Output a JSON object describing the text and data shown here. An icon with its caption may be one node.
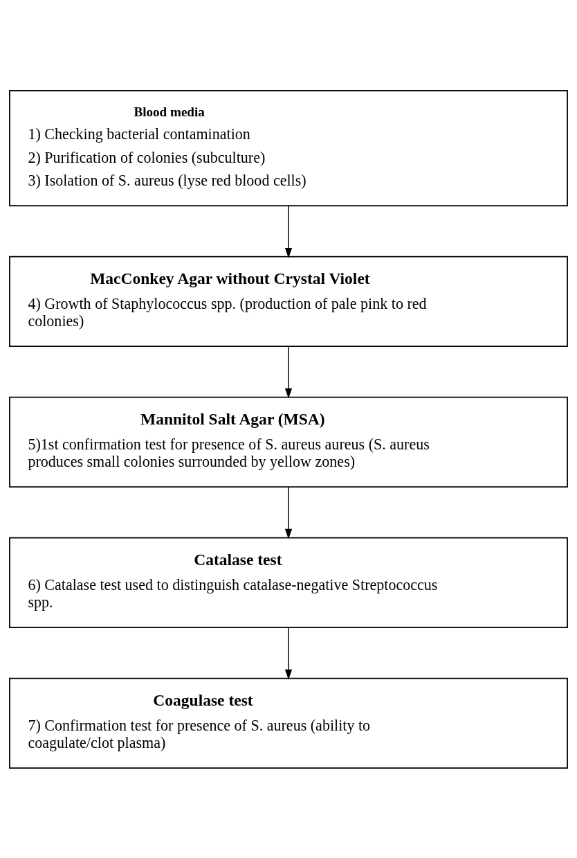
{
  "diagram": {
    "nodes": [
      {
        "text": [
          "Blood media",
          "1) Checking bacterial contamination",
          "2) Purification of colonies (subculture)",
          "3) Isolation of S. aureus (lyse red blood cells)"
        ]
      },
      {
        "text": [
          "MacConkey Agar without Crystal Violet",
          "4) Growth of Staphylococcus spp. (production of pale pink to red colonies)"
        ]
      },
      {
        "text": [
          "Mannitol Salt Agar (MSA)",
          "5)1st confirmation test for presence of S. aureus aureus (S. aureus produces small colonies surrounded by yellow zones)"
        ]
      },
      {
        "text": [
          "Catalase test",
          "6) Catalase test used to distinguish catalase-negative Streptococcus spp."
        ]
      },
      {
        "text": [
          "Coagulase test",
          "7) Confirmation test for presence of S. aureus (ability to coagulate/clot plasma)"
        ]
      }
    ],
    "edges": [
      {
        "from": 0,
        "to": 1,
        "arrow": "to"
      },
      {
        "from": 1,
        "to": 2,
        "arrow": "to"
      },
      {
        "from": 2,
        "to": 3,
        "arrow": "to"
      },
      {
        "from": 3,
        "to": 4,
        "arrow": "to"
      }
    ]
  }
}
